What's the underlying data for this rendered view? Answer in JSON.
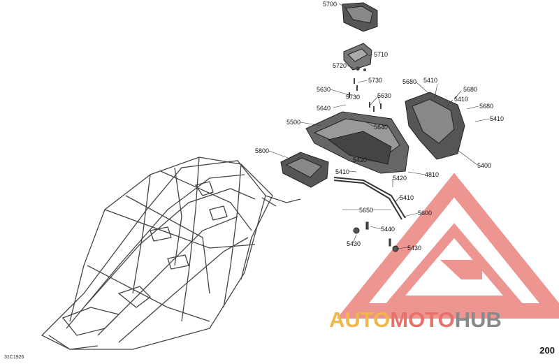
{
  "labels": [
    {
      "id": "5700",
      "text": "5700"
    },
    {
      "id": "5710",
      "text": "5710"
    },
    {
      "id": "5720",
      "text": "5720"
    },
    {
      "id": "5730a",
      "text": "5730"
    },
    {
      "id": "5630a",
      "text": "5630"
    },
    {
      "id": "5730b",
      "text": "5730"
    },
    {
      "id": "5640a",
      "text": "5640"
    },
    {
      "id": "5630b",
      "text": "5630"
    },
    {
      "id": "5500",
      "text": "5500"
    },
    {
      "id": "5640b",
      "text": "5640"
    },
    {
      "id": "5680a",
      "text": "5680"
    },
    {
      "id": "5410a",
      "text": "5410"
    },
    {
      "id": "5680b",
      "text": "5680"
    },
    {
      "id": "5410b",
      "text": "5410"
    },
    {
      "id": "5680c",
      "text": "5680"
    },
    {
      "id": "5410c",
      "text": "5410"
    },
    {
      "id": "5800",
      "text": "5800"
    },
    {
      "id": "5420a",
      "text": "5420"
    },
    {
      "id": "5410d",
      "text": "5410"
    },
    {
      "id": "5400",
      "text": "5400"
    },
    {
      "id": "4810",
      "text": "4810"
    },
    {
      "id": "5420b",
      "text": "5420"
    },
    {
      "id": "5410e",
      "text": "5410"
    },
    {
      "id": "5650",
      "text": "5650"
    },
    {
      "id": "5600",
      "text": "5600"
    },
    {
      "id": "5440",
      "text": "5440"
    },
    {
      "id": "5430a",
      "text": "5430"
    },
    {
      "id": "5430b",
      "text": "5430"
    }
  ],
  "page_number": "200",
  "figure_code": "31C1926",
  "watermark": {
    "part1": "AUTO",
    "part2": "MOTO",
    "part3": "HUB",
    "color_main": "#e8726b",
    "color_gold": "#f0b64a",
    "color_gray": "#8a8a8a"
  }
}
